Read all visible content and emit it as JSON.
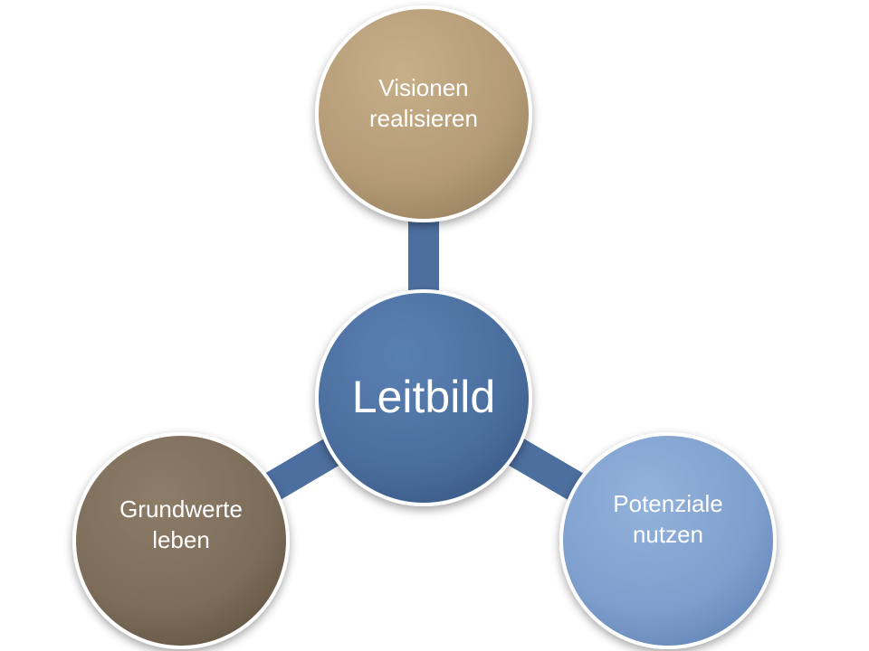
{
  "diagram": {
    "center": {
      "label": "Leitbild",
      "color": "#4A6E9E"
    },
    "nodes": [
      {
        "id": "top",
        "lines": [
          "Visionen",
          "realisieren"
        ],
        "color": "#B49B76"
      },
      {
        "id": "bottom-left",
        "lines": [
          "Grundwerte",
          "leben"
        ],
        "color": "#7C6C59"
      },
      {
        "id": "bottom-right",
        "lines": [
          "Potenziale",
          "nutzen"
        ],
        "color": "#7E9FCD"
      }
    ],
    "connector_color": "#4D6F9F"
  }
}
